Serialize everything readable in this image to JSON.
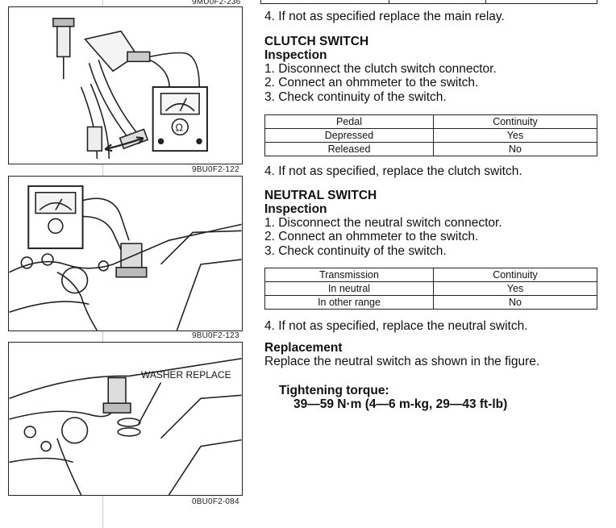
{
  "figures": {
    "fig1_id": "9MU0F2-236",
    "fig2_id": "9BU0F2-122",
    "fig3_id": "9BU0F2-123",
    "fig3_callout": "WASHER REPLACE",
    "fig4_id": "0BU0F2-084"
  },
  "main_relay": {
    "step4": "4. If not as specified replace the main relay."
  },
  "clutch_switch": {
    "title": "CLUTCH SWITCH",
    "subtitle": "Inspection",
    "steps": [
      "1. Disconnect the clutch switch connector.",
      "2. Connect an ohmmeter to the switch.",
      "3. Check continuity of the switch."
    ],
    "table": {
      "headers": [
        "Pedal",
        "Continuity"
      ],
      "rows": [
        [
          "Depressed",
          "Yes"
        ],
        [
          "Released",
          "No"
        ]
      ]
    },
    "step4": "4. If not as specified, replace the clutch switch."
  },
  "neutral_switch": {
    "title": "NEUTRAL SWITCH",
    "subtitle": "Inspection",
    "steps": [
      "1. Disconnect the neutral switch connector.",
      "2. Connect an ohmmeter to the switch.",
      "3. Check continuity of the switch."
    ],
    "table": {
      "headers": [
        "Transmission",
        "Continuity"
      ],
      "rows": [
        [
          "In neutral",
          "Yes"
        ],
        [
          "In other range",
          "No"
        ]
      ]
    },
    "step4": "4. If not as specified, replace the neutral switch."
  },
  "replacement": {
    "title": "Replacement",
    "text": "Replace the neutral switch as shown in the figure.",
    "torque_label": "Tightening torque:",
    "torque_value": "39—59 N·m (4—6 m-kg, 29—43 ft-lb)"
  }
}
